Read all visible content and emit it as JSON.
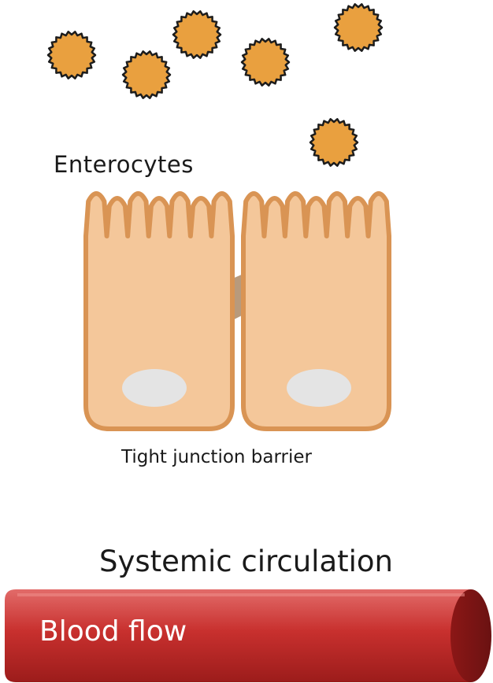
{
  "labels": {
    "enterocytes": "Enterocytes",
    "tight_junction": "Tight junction barrier",
    "systemic_circulation": "Systemic circulation",
    "blood_flow": "Blood flow"
  },
  "colors": {
    "particle_fill": "#e9a03f",
    "particle_stroke": "#1c1c1c",
    "cell_fill": "#f4c79a",
    "cell_stroke": "#d99454",
    "nucleus": "#e4e4e4",
    "junction": "#b08f6e",
    "vessel_top": "#e06a68",
    "vessel_mid": "#c92d2b",
    "vessel_bottom": "#9e1b1a",
    "vessel_end": "#7a1514"
  }
}
